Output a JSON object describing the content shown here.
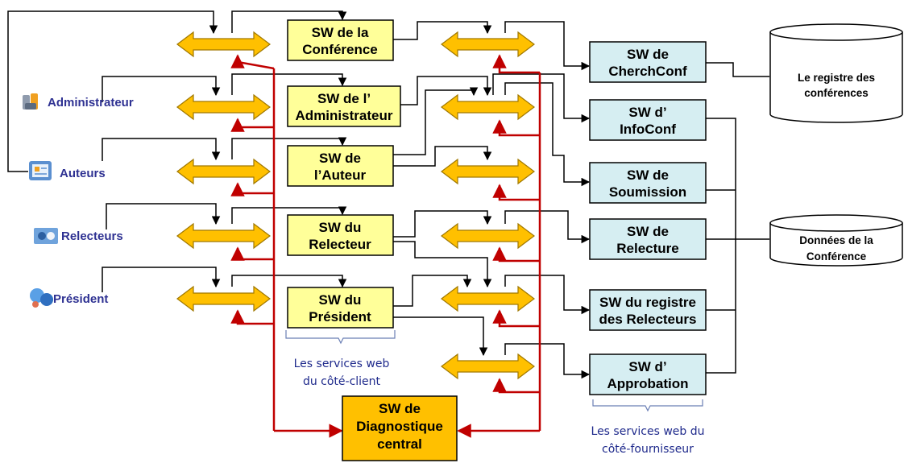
{
  "actors": [
    {
      "id": "administrateur",
      "label": "Administrateur",
      "icon": "tools-icon"
    },
    {
      "id": "auteurs",
      "label": "Auteurs",
      "icon": "document-icon"
    },
    {
      "id": "relecteurs",
      "label": "Relecteurs",
      "icon": "reviewer-icon"
    },
    {
      "id": "president",
      "label": "Président",
      "icon": "chat-icon"
    }
  ],
  "client_services": [
    {
      "id": "conference",
      "lines": [
        "SW de la",
        "Conférence"
      ]
    },
    {
      "id": "administrateur",
      "lines": [
        "SW de l’",
        "Administrateur"
      ]
    },
    {
      "id": "auteur",
      "lines": [
        "SW de",
        "l’Auteur"
      ]
    },
    {
      "id": "relecteur",
      "lines": [
        "SW du",
        "Relecteur"
      ]
    },
    {
      "id": "president",
      "lines": [
        "SW du",
        "Président"
      ]
    }
  ],
  "provider_services": [
    {
      "id": "cherchconf",
      "lines": [
        "SW de",
        "CherchConf"
      ]
    },
    {
      "id": "infoconf",
      "lines": [
        "SW d’",
        "InfoConf"
      ]
    },
    {
      "id": "soumission",
      "lines": [
        "SW de",
        "Soumission"
      ]
    },
    {
      "id": "relecture",
      "lines": [
        "SW de",
        "Relecture"
      ]
    },
    {
      "id": "registre-relecteurs",
      "lines": [
        "SW du registre",
        "des Relecteurs"
      ]
    },
    {
      "id": "approbation",
      "lines": [
        "SW d’",
        "Approbation"
      ]
    }
  ],
  "diagnostic": {
    "lines": [
      "SW de",
      "Diagnostique",
      "central"
    ]
  },
  "databases": [
    {
      "id": "registre",
      "lines": [
        "Le registre des",
        "conférences"
      ]
    },
    {
      "id": "donnees",
      "lines": [
        "Données de la",
        "Conférence"
      ]
    }
  ],
  "notes": {
    "client_side": [
      "Les services web",
      "du côté-client"
    ],
    "provider_side": [
      "Les services web du",
      "côté-fournisseur"
    ]
  },
  "colors": {
    "client_box": "#ffff99",
    "provider_box": "#d6eef2",
    "diagnostic_box": "#ffc000",
    "bus_fill": "#ffc000",
    "bus_stroke": "#a07800",
    "monitor_line": "#c00000",
    "link_line": "#000000",
    "actor_text": "#2e3192",
    "note_text": "#1f2a8c"
  }
}
